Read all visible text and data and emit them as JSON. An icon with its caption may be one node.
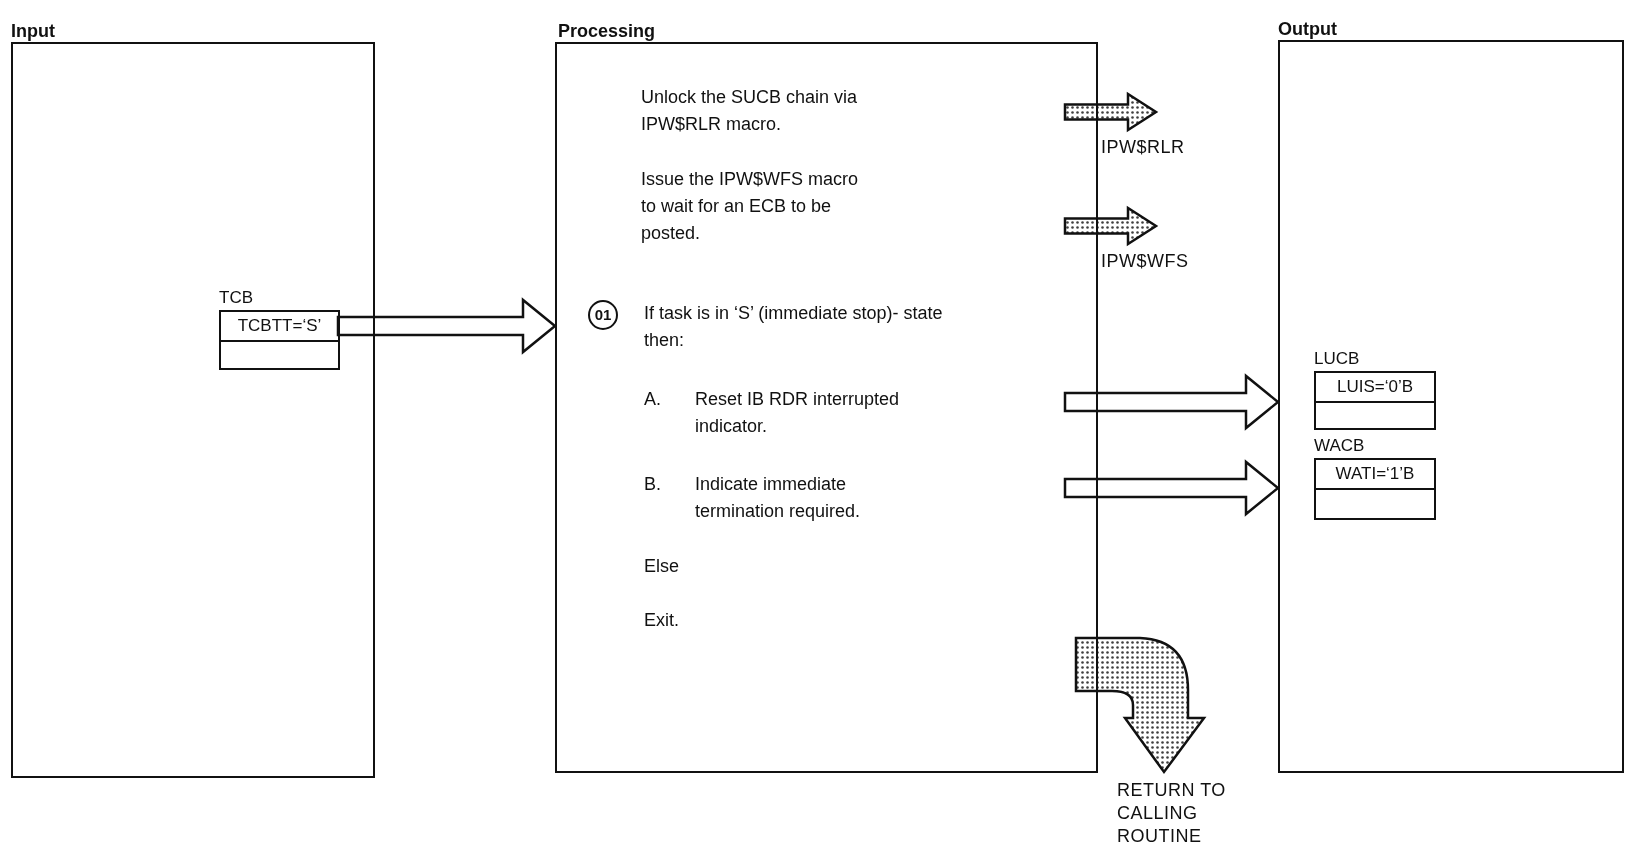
{
  "diagram": {
    "nodes": [
      {
        "text": [
          "Input"
        ]
      },
      {
        "text": [
          "TCB",
          "TCBTT=‘S’"
        ],
        "in": 0
      },
      {
        "text": [
          "Processing",
          "Unlock the SUCB chain via IPW$RLR macro.",
          "Issue the IPW$WFS macro to wait for an ECB to be posted.",
          "If task is in ‘S’ (immediate stop)- state then:",
          "A.",
          "Reset IB RDR interrupted indicator.",
          "B.",
          "Indicate immediate termination required.",
          "Else",
          "Exit."
        ]
      },
      {
        "text": [
          "01"
        ],
        "in": 2
      },
      {
        "text": [
          "Output"
        ]
      },
      {
        "text": [
          "LUCB",
          "LUIS=‘0’B"
        ],
        "in": 4
      },
      {
        "text": [
          "WACB",
          "WATI=‘1’B"
        ],
        "in": 4
      }
    ],
    "edges": [
      {
        "from": 1,
        "to": 2,
        "arrow": "to"
      },
      {
        "from": 2,
        "to": null,
        "arrow": "to",
        "label": "IPW$RLR",
        "color": "#404040"
      },
      {
        "from": 2,
        "to": null,
        "arrow": "to",
        "label": "IPW$WFS",
        "color": "#404040"
      },
      {
        "from": 2,
        "to": 4,
        "arrow": "to"
      },
      {
        "from": 2,
        "to": 4,
        "arrow": "to"
      },
      {
        "from": 2,
        "to": null,
        "arrow": "to",
        "label": "RETURN TO CALLING ROUTINE",
        "color": "#404040"
      }
    ]
  }
}
